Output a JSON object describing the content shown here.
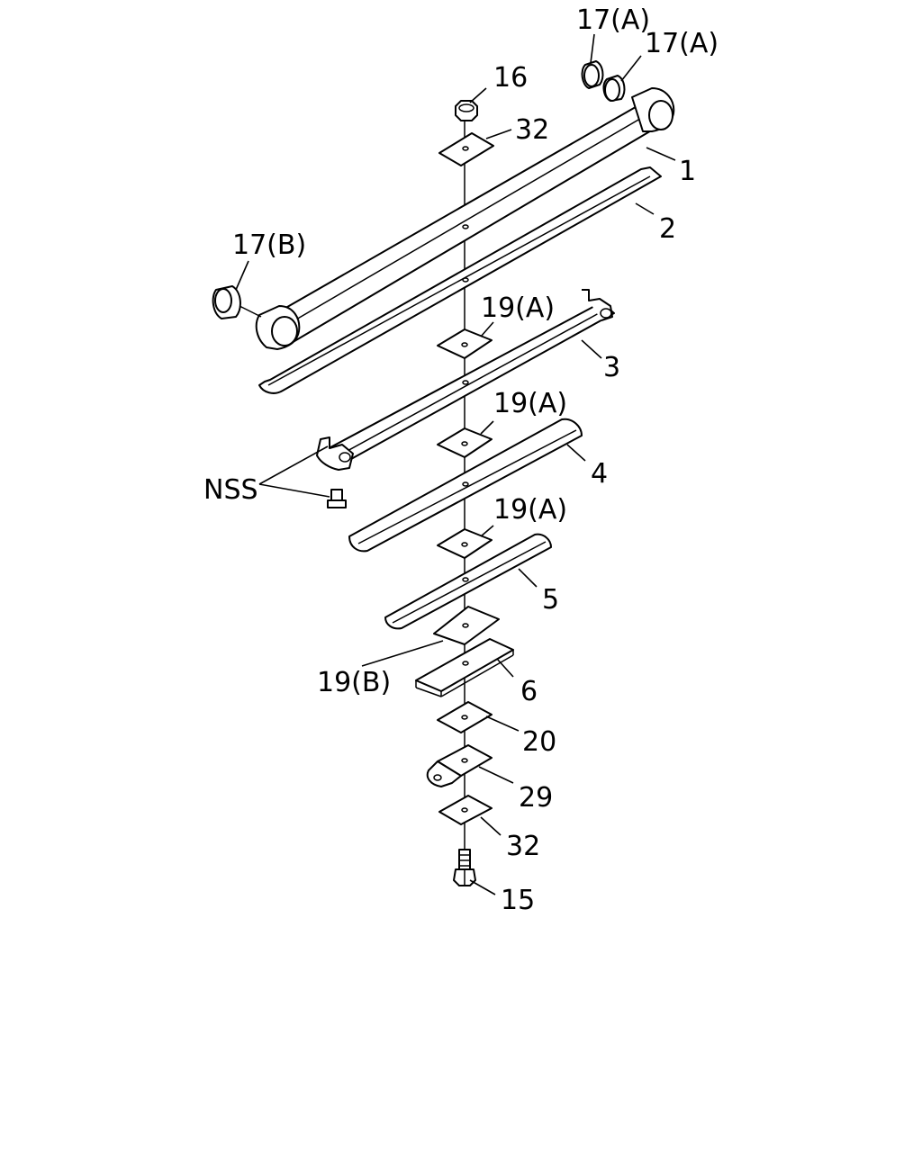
{
  "labels": {
    "p1": "1",
    "p2": "2",
    "p3": "3",
    "p4": "4",
    "p5": "5",
    "p6": "6",
    "p15": "15",
    "p16": "16",
    "p20": "20",
    "p29": "29",
    "p32_top": "32",
    "p32_bottom": "32",
    "p17a_1": "17(A)",
    "p17a_2": "17(A)",
    "p17b": "17(B)",
    "p19a_1": "19(A)",
    "p19a_2": "19(A)",
    "p19a_3": "19(A)",
    "p19b": "19(B)",
    "nss": "NSS"
  }
}
